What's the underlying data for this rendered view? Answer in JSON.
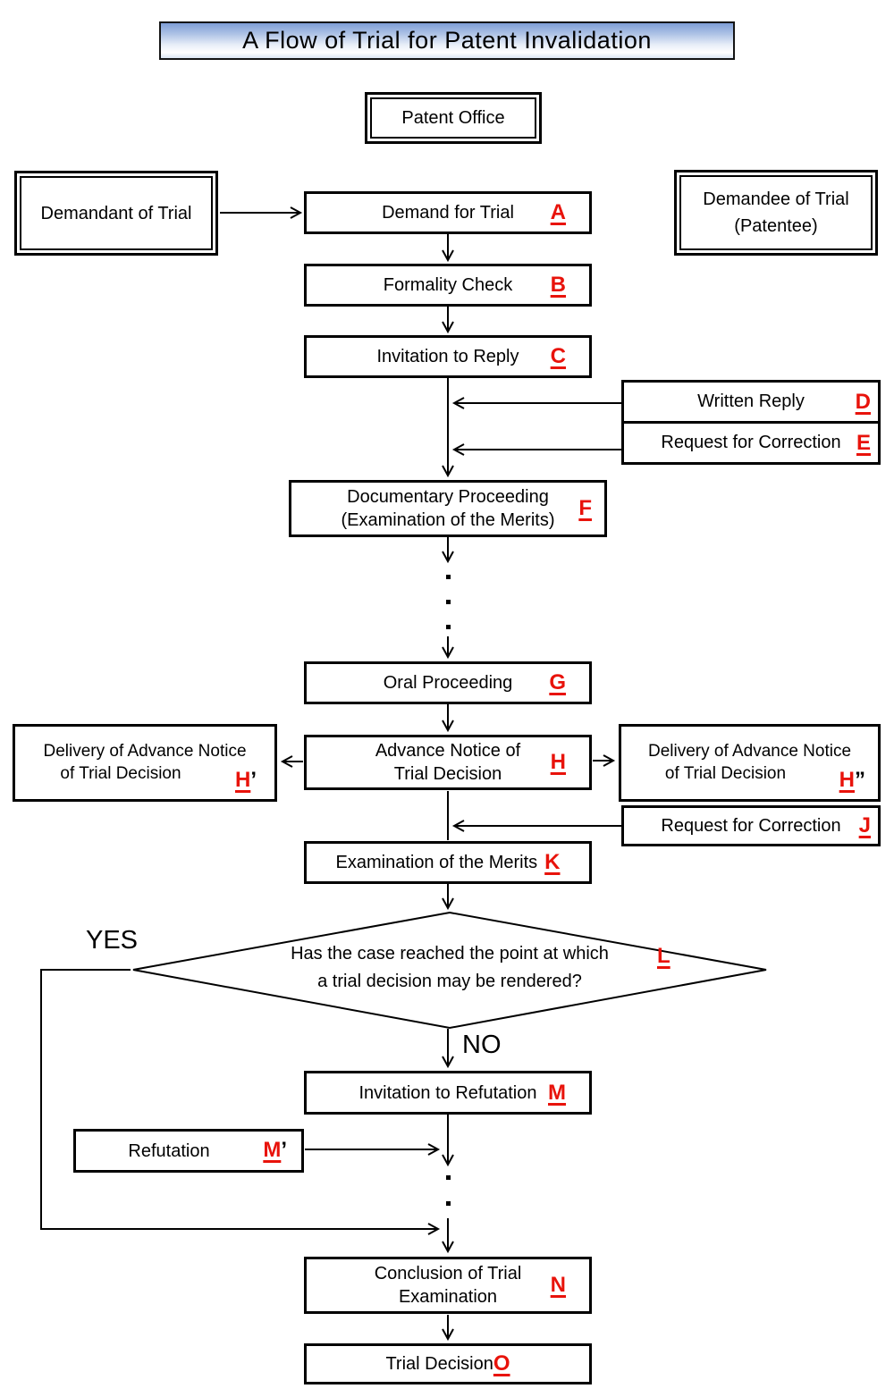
{
  "title": "A Flow of Trial for Patent Invalidation",
  "branch_labels": {
    "yes": "YES",
    "no": "NO"
  },
  "actors": {
    "patent_office": "Patent Office",
    "demandant": "Demandant of Trial",
    "demandee_line1": "Demandee of Trial",
    "demandee_line2": "(Patentee)"
  },
  "nodes": {
    "A": {
      "label": "Demand for Trial",
      "letter": "A"
    },
    "B": {
      "label": "Formality Check",
      "letter": "B"
    },
    "C": {
      "label": "Invitation to Reply",
      "letter": "C"
    },
    "D": {
      "label": "Written Reply",
      "letter": "D"
    },
    "E": {
      "label": "Request for Correction",
      "letter": "E"
    },
    "F": {
      "line1": "Documentary Proceeding",
      "line2": "(Examination of the Merits)",
      "letter": "F"
    },
    "G": {
      "label": "Oral Proceeding",
      "letter": "G"
    },
    "H": {
      "line1": "Advance Notice of",
      "line2": "Trial Decision",
      "letter": "H"
    },
    "Hp": {
      "line1": "Delivery of Advance Notice",
      "line2": "of Trial Decision",
      "letter": "H",
      "prime": "’"
    },
    "Hpp": {
      "line1": "Delivery of Advance Notice",
      "line2": "of Trial Decision",
      "letter": "H",
      "prime": "”"
    },
    "J": {
      "label": "Request for Correction",
      "letter": "J"
    },
    "K": {
      "label": "Examination of the Merits",
      "letter": "K"
    },
    "L": {
      "line1": "Has the case reached the point at which",
      "line2": "a trial decision may be rendered?",
      "letter": "L"
    },
    "M": {
      "label": "Invitation to Refutation",
      "letter": "M"
    },
    "Mp": {
      "label": "Refutation",
      "letter": "M",
      "prime": "’"
    },
    "N": {
      "line1": "Conclusion of Trial",
      "line2": "Examination",
      "letter": "N"
    },
    "O": {
      "label": "Trial Decision",
      "letter": "O"
    }
  },
  "colors": {
    "letter_red": "#e8130b",
    "line_black": "#000000",
    "title_gradient_top": "#7e9ed6",
    "title_gradient_bottom": "#dce6f4"
  }
}
